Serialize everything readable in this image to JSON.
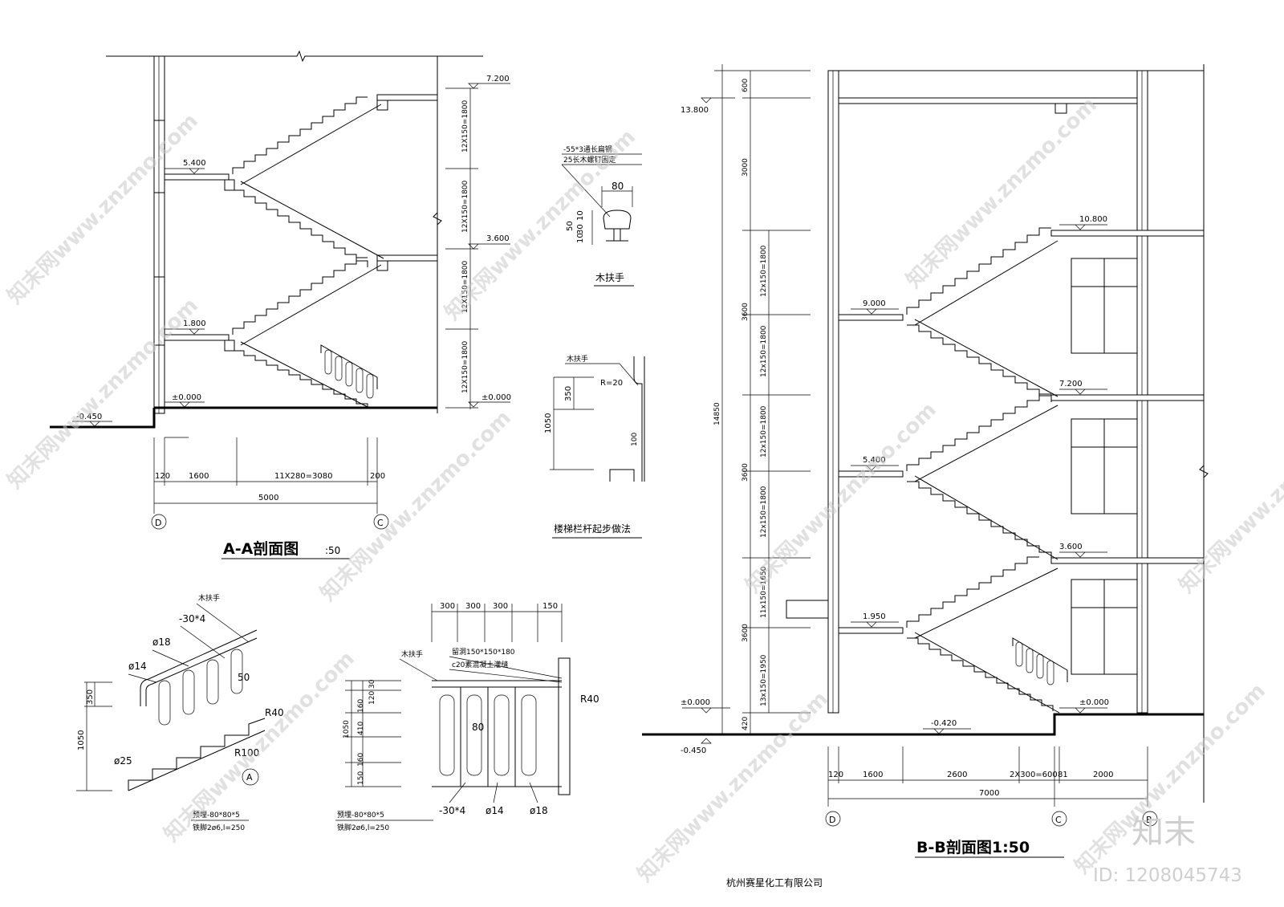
{
  "titles": {
    "section_aa": "A-A剖面图",
    "section_aa_scale": ":50",
    "section_bb": "B-B剖面图1:50",
    "handrail": "木扶手",
    "railing_start": "楼梯栏杆起步做法",
    "company": "杭州赛星化工有限公司"
  },
  "section_aa": {
    "levels": [
      "7.200",
      "5.400",
      "3.600",
      "1.800",
      "±0.000",
      "±0.000",
      "-0.450"
    ],
    "stair_dims": [
      "12X150=1800",
      "12X150=1800",
      "12X150=1800",
      "12X150=1800"
    ],
    "bottom_dims": [
      "120",
      "1600",
      "11X280=3080",
      "200"
    ],
    "total": "5000",
    "axes": [
      "D",
      "C"
    ]
  },
  "handrail_detail": {
    "note1": "-55*3通长扁钢",
    "note2": "25长木螺钉固定",
    "dims": [
      "80",
      "50",
      "10",
      "30",
      "10"
    ]
  },
  "railing_start_detail": {
    "label": "木扶手",
    "radius": "R=20",
    "dims": [
      "350",
      "1050",
      "100"
    ]
  },
  "railing_detail_left": {
    "labels": [
      "木扶手",
      "-30*4",
      "ø18",
      "ø14",
      "50",
      "R40",
      "R100",
      "ø25",
      "A"
    ],
    "dims": [
      "350",
      "1050"
    ],
    "notes": [
      "预埋-80*80*5",
      "铁脚2ø6,l=250"
    ]
  },
  "railing_detail_mid": {
    "top_dims": [
      "300",
      "300",
      "300",
      "150"
    ],
    "labels": [
      "木扶手",
      "留洞150*150*180",
      "c20素混凝土灌缝",
      "R40",
      "80",
      "-30*4",
      "ø14",
      "ø18"
    ],
    "side_dims": [
      "30",
      "120",
      "160",
      "410",
      "1050",
      "160",
      "150"
    ],
    "notes": [
      "预埋-80*80*5",
      "铁脚2ø6,l=250"
    ]
  },
  "section_bb": {
    "levels": [
      "13.800",
      "10.800",
      "9.000",
      "7.200",
      "5.400",
      "3.600",
      "1.950",
      "±0.000",
      "±0.000",
      "-0.420",
      "-0.450"
    ],
    "left_dims": [
      "600",
      "3000",
      "3600",
      "3600",
      "3600",
      "420"
    ],
    "total_height": "14850",
    "stair_dims": [
      "12x150=1800",
      "12x150=1800",
      "12x150=1800",
      "12x150=1800",
      "11x150=1650",
      "13x150=1950"
    ],
    "bottom_dims": [
      "120",
      "1600",
      "2600",
      "2X300=600",
      "81",
      "2000"
    ],
    "total": "7000",
    "axes": [
      "D",
      "C",
      "B"
    ]
  },
  "watermark": {
    "text": "知末网www.znzmo.com",
    "logo": "知末",
    "id": "ID: 1208045743"
  }
}
